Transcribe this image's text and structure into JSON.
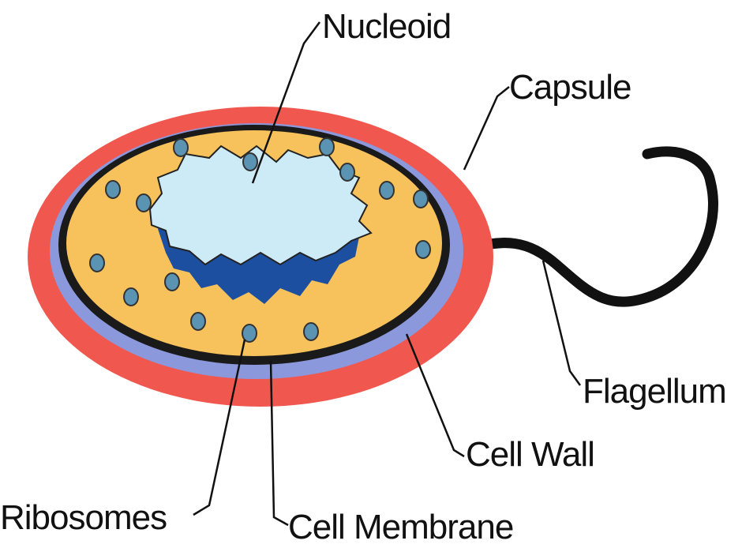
{
  "diagram": {
    "labels": {
      "nucleoid": "Nucleoid",
      "capsule": "Capsule",
      "flagellum": "Flagellum",
      "cell_wall": "Cell Wall",
      "cell_membrane": "Cell Membrane",
      "ribosomes": "Ribosomes"
    },
    "colors": {
      "capsule": "#f0584f",
      "cell_wall": "#8b98dc",
      "cytoplasm": "#f7c15c",
      "cell_membrane": "#1a1a1a",
      "nucleoid_light": "#cdeaf7",
      "nucleoid_dark": "#1d4fa0",
      "ribosome": "#5b93b3",
      "flagellum": "#111111"
    }
  }
}
